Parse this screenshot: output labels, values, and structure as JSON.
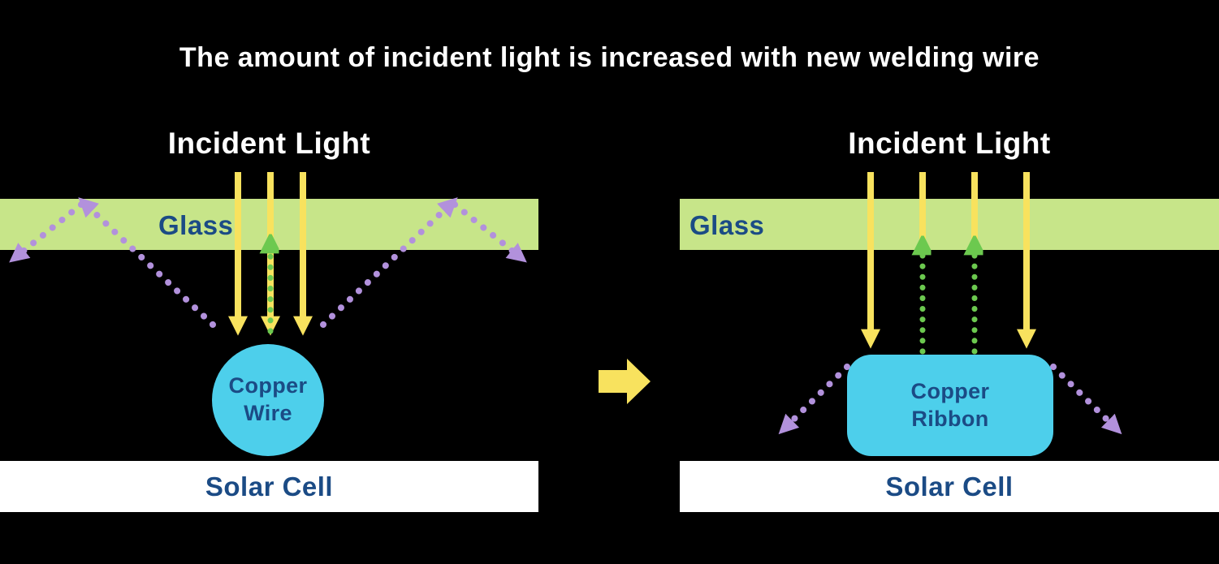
{
  "title": "The amount of incident light is increased with new welding wire",
  "colors": {
    "background": "#000000",
    "title_text": "#ffffff",
    "glass_fill": "#c7e589",
    "label_navy": "#1b4b85",
    "yellow_arrow": "#f8e25e",
    "green_arrow": "#6cc94f",
    "purple_arrow": "#b291dc",
    "copper_fill": "#4dcfeb",
    "solar_fill": "#ffffff"
  },
  "left_panel": {
    "incident_light_label": "Incident Light",
    "glass_label": "Glass",
    "copper_label_line1": "Copper",
    "copper_label_line2": "Wire",
    "solar_label": "Solar Cell"
  },
  "right_panel": {
    "incident_light_label": "Incident Light",
    "glass_label": "Glass",
    "copper_label_line1": "Copper",
    "copper_label_line2": "Ribbon",
    "solar_label": "Solar Cell"
  }
}
